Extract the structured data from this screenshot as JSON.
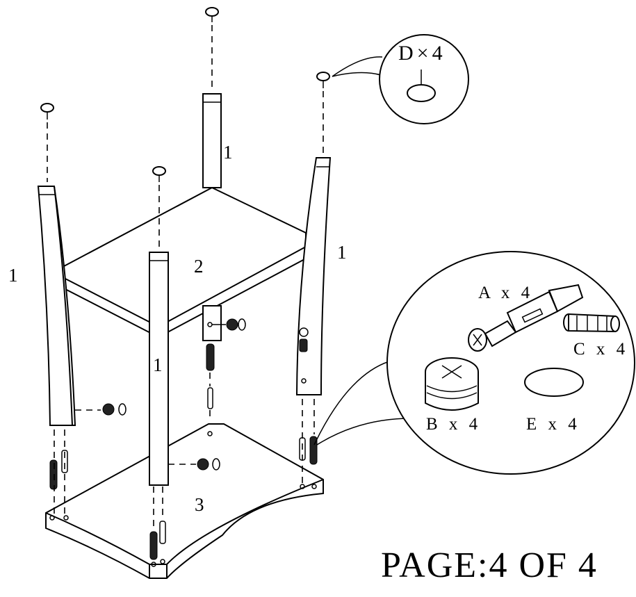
{
  "diagram": {
    "part_labels": {
      "leg_back": "1",
      "leg_left": "1",
      "leg_right": "1",
      "leg_front": "1",
      "upper_shelf": "2",
      "base": "3"
    },
    "hardware_callouts": {
      "felt_pad": "D×4",
      "cam_bolt": "A x 4",
      "cam_lock": "B x 4",
      "dowel": "C x 4",
      "cap": "E x 4"
    }
  },
  "page": "PAGE:4 OF 4"
}
